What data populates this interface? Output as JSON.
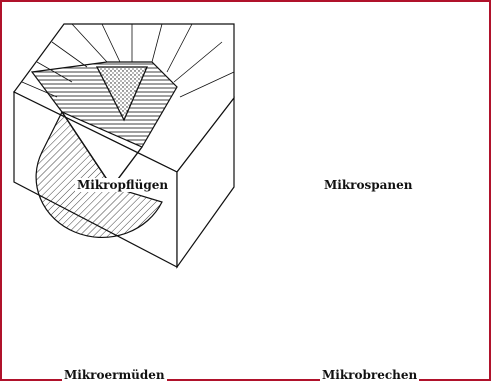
{
  "figure": {
    "panels": [
      {
        "label": "Mikropflügen"
      },
      {
        "label": "Mikrospanen"
      },
      {
        "label": "Mikroermüden"
      },
      {
        "label": "Mikrobrechen"
      }
    ],
    "colors": {
      "frame": "#b0122b",
      "ink": "#111111",
      "paper": "#ffffff"
    }
  }
}
